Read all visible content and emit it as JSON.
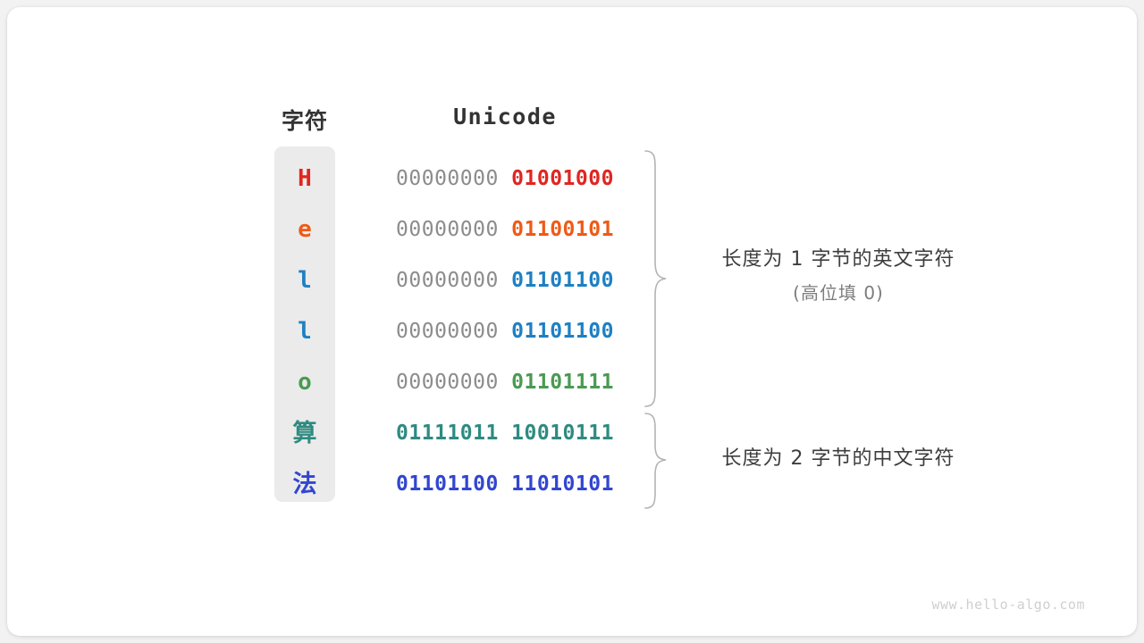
{
  "card": {
    "background": "#ffffff",
    "page_background": "#f2f2f2"
  },
  "headers": {
    "char": "字符",
    "unicode": "Unicode"
  },
  "colors": {
    "red": "#e02621",
    "orange": "#ef5a16",
    "blue": "#1e80c3",
    "green": "#4a9a52",
    "teal": "#2e8b80",
    "indigo": "#3246cf",
    "high_bits_gray": "#8c8c8c",
    "column_gray": "#ebebeb",
    "brace_gray": "#b3b3b3",
    "note_text": "#3d3d3d",
    "note_sub": "#7d7d7d",
    "watermark": "#cfcfcf"
  },
  "rows": [
    {
      "char": "H",
      "high": "00000000 ",
      "low": "01001000",
      "color": "#e02621",
      "cjk": false
    },
    {
      "char": "e",
      "high": "00000000 ",
      "low": "01100101",
      "color": "#ef5a16",
      "cjk": false
    },
    {
      "char": "l",
      "high": "00000000 ",
      "low": "01101100",
      "color": "#1e80c3",
      "cjk": false
    },
    {
      "char": "l",
      "high": "00000000 ",
      "low": "01101100",
      "color": "#1e80c3",
      "cjk": false
    },
    {
      "char": "o",
      "high": "00000000 ",
      "low": "01101111",
      "color": "#4a9a52",
      "cjk": false
    },
    {
      "char": "算",
      "high": "",
      "low": "01111011 10010111",
      "color": "#2e8b80",
      "cjk": true
    },
    {
      "char": "法",
      "high": "",
      "low": "01101100 11010101",
      "color": "#3246cf",
      "cjk": true
    }
  ],
  "annotations": [
    {
      "line1": "长度为 1 字节的英文字符",
      "line2": "(高位填 0)"
    },
    {
      "line1": "长度为 2 字节的中文字符",
      "line2": ""
    }
  ],
  "watermark": "www.hello-algo.com"
}
